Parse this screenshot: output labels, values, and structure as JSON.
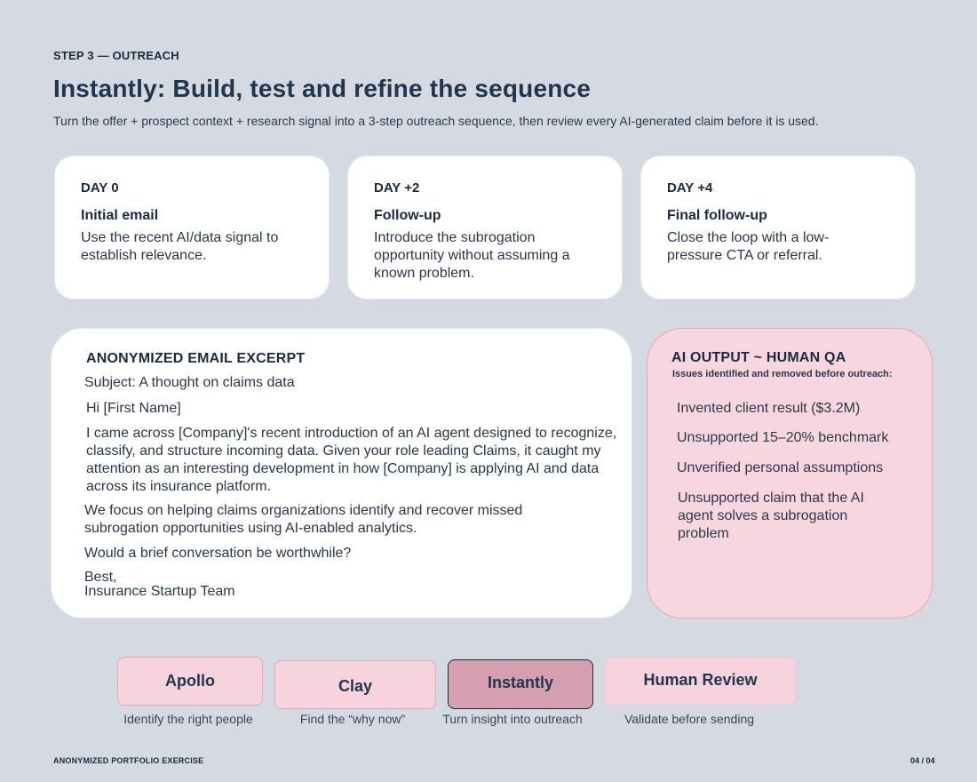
{
  "header": {
    "step_label": "STEP 3 — OUTREACH",
    "title": "Instantly: Build, test and refine the sequence",
    "subtitle": "Turn the offer + prospect context + research signal into a 3-step outreach sequence, then review every AI-generated claim before it is used."
  },
  "sequence": [
    {
      "day": "DAY 0",
      "title": "Initial email",
      "description": "Use the recent AI/data signal to establish relevance."
    },
    {
      "day": "DAY +2",
      "title": "Follow-up",
      "description": "Introduce the subrogation opportunity without assuming a known problem."
    },
    {
      "day": "DAY +4",
      "title": "Final follow-up",
      "description": "Close the loop with a low-pressure CTA or referral."
    }
  ],
  "email": {
    "heading": "ANONYMIZED EMAIL EXCERPT",
    "subject": "Subject: A thought on claims data",
    "greeting": "Hi [First Name]",
    "paragraph1": "I came across [Company]'s recent introduction of an AI agent designed to recognize, classify, and structure incoming data. Given your role leading Claims, it caught my attention as an interesting development in how [Company] is applying AI and data across its insurance platform.",
    "paragraph2": "We focus on helping claims organizations identify and recover missed subrogation opportunities using AI-enabled analytics.",
    "question": "Would a brief conversation be worthwhile?",
    "signoff": "Best,",
    "signature": "Insurance Startup Team"
  },
  "qa": {
    "heading": "AI OUTPUT ~ HUMAN QA",
    "subheading": "Issues identified and removed before outreach:",
    "items": [
      "Invented client result ($3.2M)",
      "Unsupported 15–20% benchmark",
      "Unverified personal assumptions",
      "Unsupported claim that the AI agent solves a subrogation problem"
    ]
  },
  "tools": [
    {
      "label": "Apollo",
      "caption": "Identify the right people"
    },
    {
      "label": "Clay",
      "caption": "Find the “why now”"
    },
    {
      "label": "Instantly",
      "caption": "Turn insight into outreach",
      "active": true
    },
    {
      "label": "Human Review",
      "caption": "Validate before sending"
    }
  ],
  "footer": {
    "left": "ANONYMIZED PORTFOLIO EXERCISE",
    "right": "04 / 04"
  },
  "colors": {
    "background": "#d5d9e1",
    "card": "#ffffff",
    "pink": "#f8d6df",
    "pink_border": "#e4a6b7",
    "active_tool": "#d59fb0",
    "text": "#1c2a3f"
  }
}
